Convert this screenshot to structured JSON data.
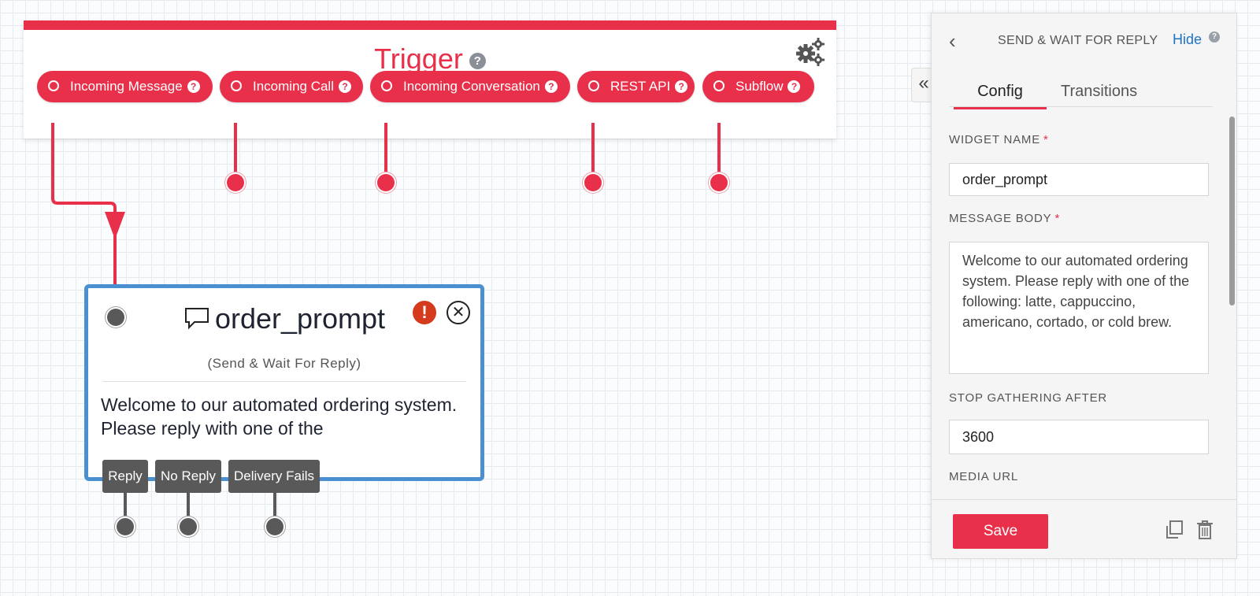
{
  "trigger": {
    "title": "Trigger",
    "help": "?",
    "settings_icon": "gear-icon",
    "pills": [
      {
        "label": "Incoming Message",
        "help": "?"
      },
      {
        "label": "Incoming Call",
        "help": "?"
      },
      {
        "label": "Incoming Conversation",
        "help": "?"
      },
      {
        "label": "REST API",
        "help": "?"
      },
      {
        "label": "Subflow",
        "help": "?"
      }
    ]
  },
  "widget": {
    "name": "order_prompt",
    "type_label": "(Send & Wait For Reply)",
    "body_preview": "Welcome to our automated ordering system. Please reply with one of the",
    "warning_symbol": "!",
    "transitions": [
      "Reply",
      "No Reply",
      "Delivery Fails"
    ]
  },
  "panel": {
    "back_symbol": "‹",
    "title": "SEND & WAIT FOR REPLY",
    "hide_label": "Hide",
    "hide_help": "?",
    "collapse_symbol": "«",
    "tabs": [
      "Config",
      "Transitions"
    ],
    "required_marker": "*",
    "fields": {
      "widget_name_label": "WIDGET NAME",
      "widget_name_value": "order_prompt",
      "message_body_label": "MESSAGE BODY",
      "message_body_value": "Welcome to our automated ordering system. Please reply with one of the following: latte, cappuccino, americano, cortado, or cold brew.",
      "stop_gathering_label": "STOP GATHERING AFTER",
      "stop_gathering_value": "3600",
      "media_url_label": "MEDIA URL"
    },
    "save_label": "Save"
  },
  "colors": {
    "accent": "#e8304a",
    "node_border": "#4a90d0",
    "transition_gray": "#595959",
    "link_blue": "#1f72c8"
  }
}
